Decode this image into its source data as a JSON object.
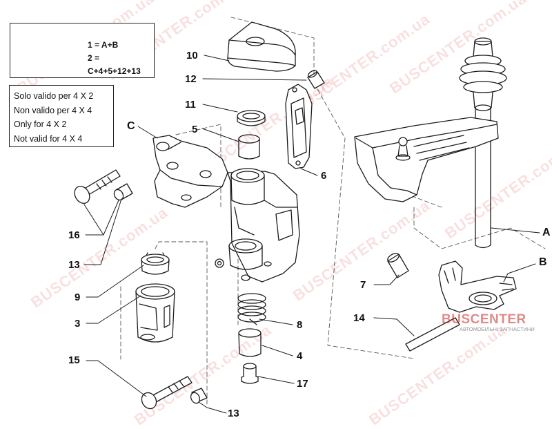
{
  "kit_legend": {
    "line1": "1 = A+B",
    "line2": "2 = C+4+5+12+13"
  },
  "validity_notes": [
    "Solo valido per 4 X 2",
    "Non valido per 4 X 4",
    "Only for 4 X 2",
    "Not valid for 4 X 4"
  ],
  "part_labels": {
    "p10": "10",
    "p12": "12",
    "p11": "11",
    "p5": "5",
    "pC": "C",
    "p6": "6",
    "p16": "16",
    "p13a": "13",
    "p9": "9",
    "p3": "3",
    "p15": "15",
    "p8": "8",
    "p4": "4",
    "p17": "17",
    "p13b": "13",
    "pA": "A",
    "pB": "B",
    "p7": "7",
    "p14": "14"
  },
  "watermark": {
    "brand": "BUSCENTER",
    "domain": "BUSCENTER.com.ua",
    "tagline": "АВТОМОБІЛЬНІ ЗАПЧАСТИНИ"
  },
  "colors": {
    "line": "#1a1a1a",
    "watermark": "#d63c3c"
  }
}
